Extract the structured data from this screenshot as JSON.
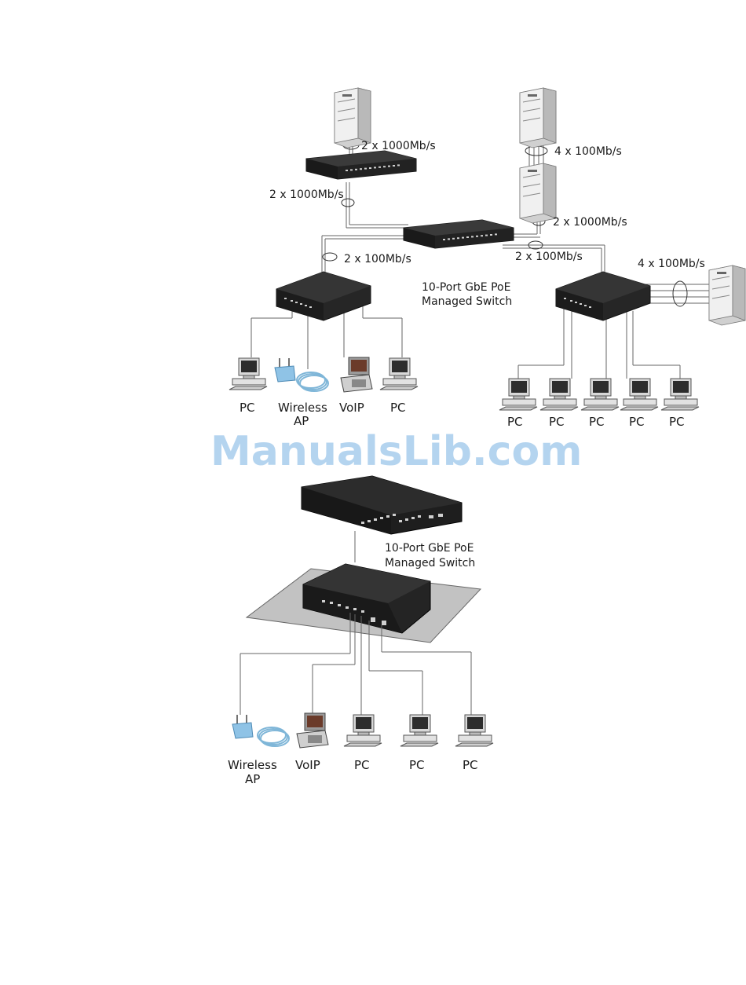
{
  "top_diagram": {
    "switch_caption_line1": "10-Port GbE PoE",
    "switch_caption_line2": "Managed Switch",
    "links": {
      "server1_uplink": "2 x 1000Mb/s",
      "switch1_uplink": "2 x 1000Mb/s",
      "server2_trunk": "4 x 100Mb/s",
      "server3_uplink": "2 x 1000Mb/s",
      "left_poe_uplink": "2 x 100Mb/s",
      "right_poe_uplink": "2 x 100Mb/s",
      "server4_trunk": "4 x 100Mb/s"
    },
    "left_devices": [
      "PC",
      "Wireless",
      "AP",
      "VoIP",
      "PC"
    ],
    "right_devices": [
      "PC",
      "PC",
      "PC",
      "PC",
      "PC"
    ]
  },
  "watermark": "ManualsLib.com",
  "bottom_diagram": {
    "switch_caption_line1": "10-Port GbE PoE",
    "switch_caption_line2": "Managed Switch",
    "devices": [
      "Wireless",
      "AP",
      "VoIP",
      "PC",
      "PC",
      "PC"
    ]
  },
  "colors": {
    "switch_body": "#1e1e1e",
    "server": "#e8e8e8",
    "ap": "#8fc3e6",
    "cable": "#7fb6d8"
  }
}
